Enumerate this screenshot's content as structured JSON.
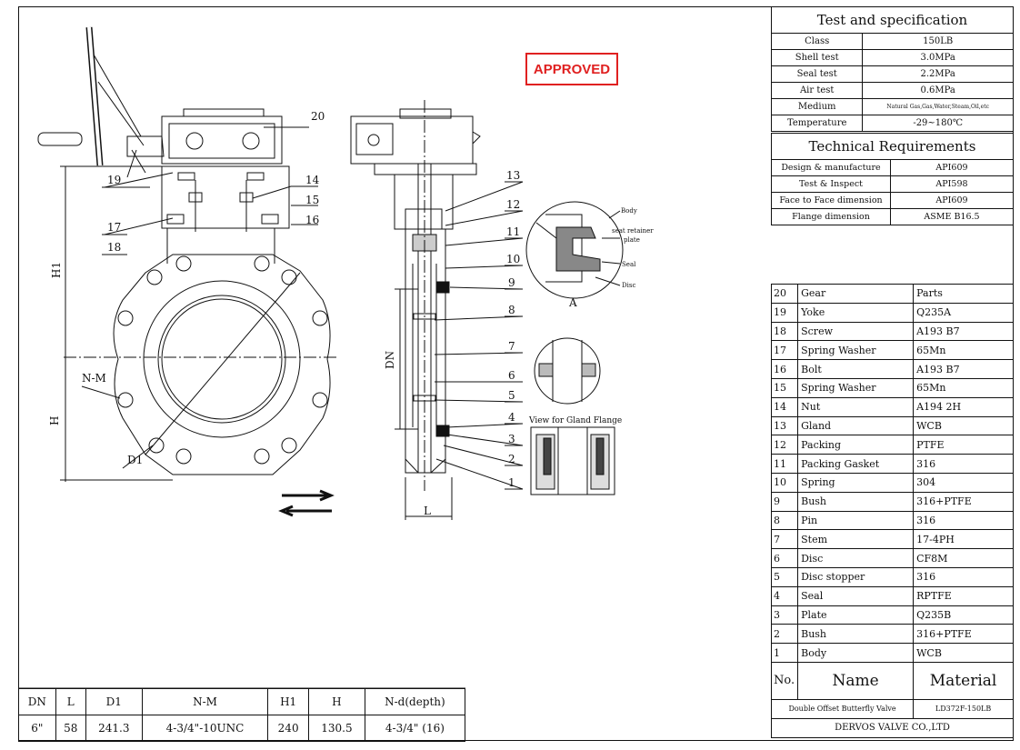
{
  "stamp": "APPROVED",
  "spec": {
    "title": "Test and specification",
    "rows": [
      {
        "label": "Class",
        "value": "150LB"
      },
      {
        "label": "Shell test",
        "value": "3.0MPa"
      },
      {
        "label": "Seal test",
        "value": "2.2MPa"
      },
      {
        "label": "Air test",
        "value": "0.6MPa"
      },
      {
        "label": "Medium",
        "value": "Natural Gas,Gas,Water,Steam,Oil,etc"
      },
      {
        "label": "Temperature",
        "value": "-29~180℃"
      }
    ]
  },
  "tech": {
    "title": "Technical Requirements",
    "rows": [
      {
        "label": "Design & manufacture",
        "value": "API609"
      },
      {
        "label": "Test & Inspect",
        "value": "API598"
      },
      {
        "label": "Face to Face dimension",
        "value": "API609"
      },
      {
        "label": "Flange dimension",
        "value": "ASME B16.5"
      }
    ]
  },
  "parts": {
    "rows": [
      {
        "no": "20",
        "name": "Gear",
        "material": "Parts"
      },
      {
        "no": "19",
        "name": "Yoke",
        "material": "Q235A"
      },
      {
        "no": "18",
        "name": "Screw",
        "material": "A193 B7"
      },
      {
        "no": "17",
        "name": "Spring Washer",
        "material": "65Mn"
      },
      {
        "no": "16",
        "name": "Bolt",
        "material": "A193 B7"
      },
      {
        "no": "15",
        "name": "Spring Washer",
        "material": "65Mn"
      },
      {
        "no": "14",
        "name": "Nut",
        "material": "A194 2H"
      },
      {
        "no": "13",
        "name": "Gland",
        "material": "WCB"
      },
      {
        "no": "12",
        "name": "Packing",
        "material": "PTFE"
      },
      {
        "no": "11",
        "name": "Packing Gasket",
        "material": "316"
      },
      {
        "no": "10",
        "name": "Spring",
        "material": "304"
      },
      {
        "no": "9",
        "name": "Bush",
        "material": "316+PTFE"
      },
      {
        "no": "8",
        "name": "Pin",
        "material": "316"
      },
      {
        "no": "7",
        "name": "Stem",
        "material": "17-4PH"
      },
      {
        "no": "6",
        "name": "Disc",
        "material": "CF8M"
      },
      {
        "no": "5",
        "name": "Disc stopper",
        "material": "316"
      },
      {
        "no": "4",
        "name": "Seal",
        "material": "RPTFE"
      },
      {
        "no": "3",
        "name": "Plate",
        "material": "Q235B"
      },
      {
        "no": "2",
        "name": "Bush",
        "material": "316+PTFE"
      },
      {
        "no": "1",
        "name": "Body",
        "material": "WCB"
      }
    ],
    "header": {
      "no": "No.",
      "name": "Name",
      "material": "Material"
    },
    "product": "Double Offset Butterfly Valve",
    "model": "LD372F-150LB",
    "company": "DERVOS VALVE CO.,LTD"
  },
  "dims": {
    "headers": [
      "DN",
      "L",
      "D1",
      "N-M",
      "H1",
      "H",
      "N-d(depth)"
    ],
    "values": [
      "6\"",
      "58",
      "241.3",
      "4-3/4\"-10UNC",
      "240",
      "130.5",
      "4-3/4\" (16)"
    ]
  },
  "drawing": {
    "front_labels": [
      "20",
      "19",
      "14",
      "15",
      "16",
      "17",
      "18"
    ],
    "dim_labels": {
      "h1": "H1",
      "h": "H",
      "nm": "N-M",
      "d1": "D1",
      "dn": "DN",
      "l": "L"
    },
    "side_labels": [
      "13",
      "12",
      "11",
      "10",
      "9",
      "8",
      "7",
      "6",
      "5",
      "4",
      "3",
      "2",
      "1"
    ],
    "detail_a": {
      "mark": "A",
      "body": "Body",
      "retainer": "seat retainer",
      "plate": "plate",
      "seal": "Seal",
      "disc": "Disc"
    },
    "gland_view": "View for Gland Flange"
  }
}
